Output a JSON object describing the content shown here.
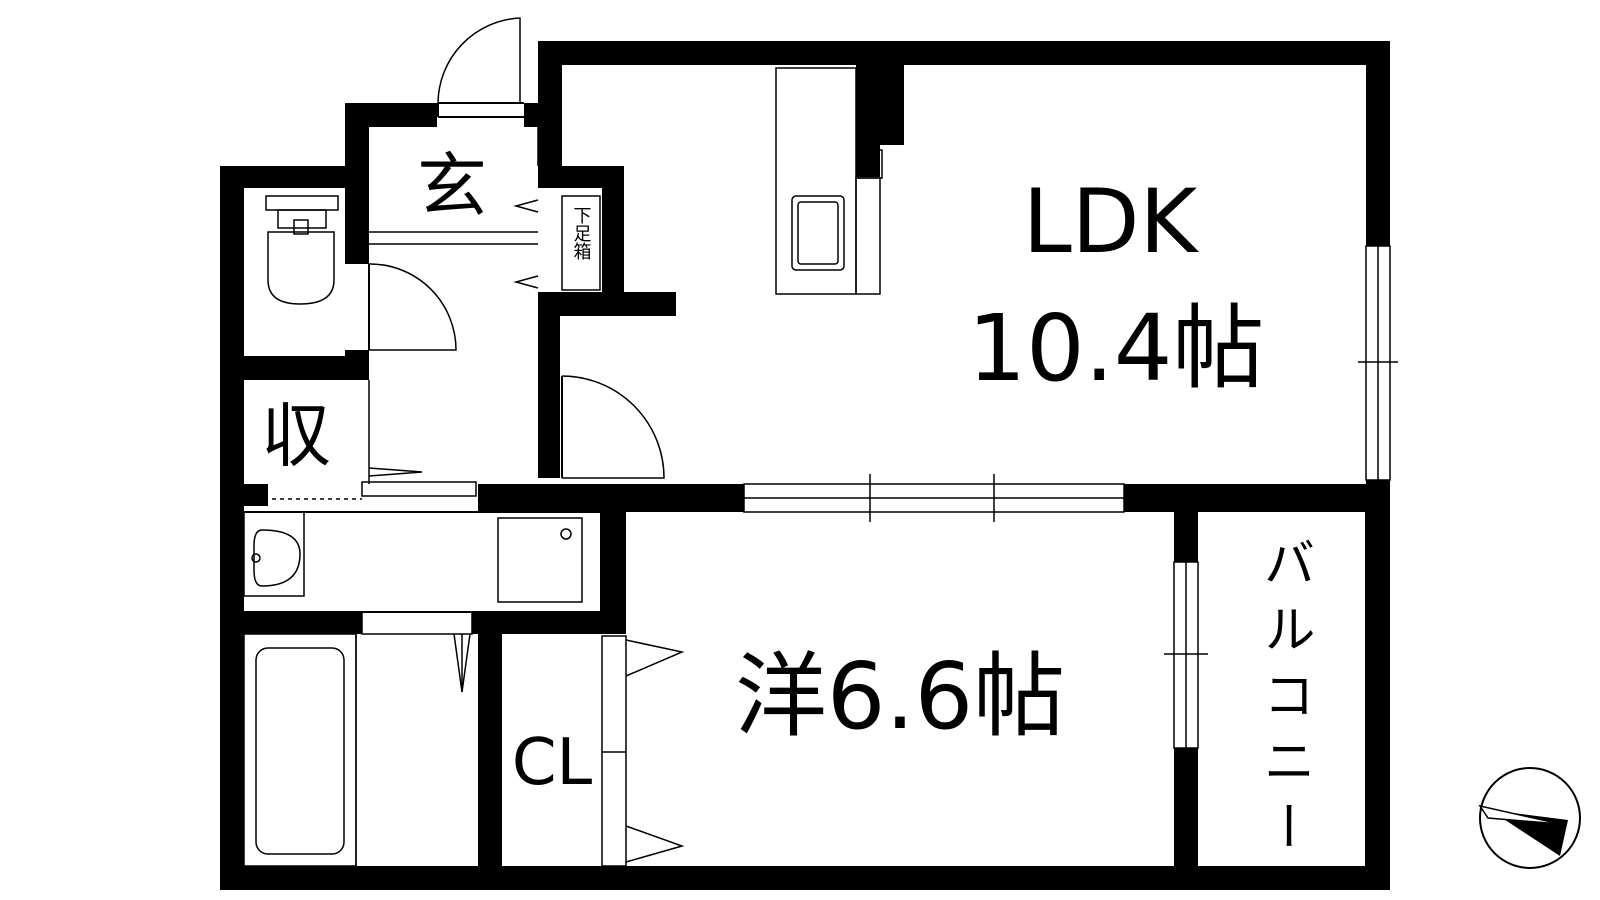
{
  "rooms": {
    "ldk_name": "LDK",
    "ldk_size": "10.4帖",
    "western": "洋6.6帖",
    "entrance": "玄",
    "storage": "収",
    "closet": "CL",
    "balcony": "バルコニー",
    "shoe_box": "下足箱"
  }
}
